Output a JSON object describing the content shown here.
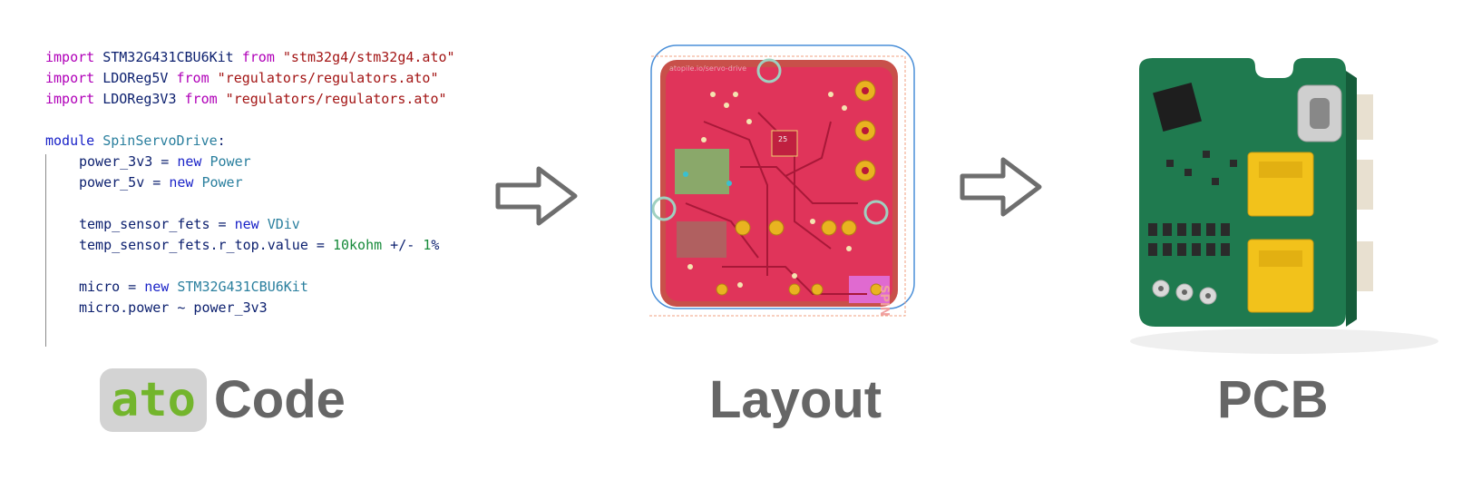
{
  "code": {
    "lines": [
      {
        "indent": false,
        "tokens": [
          {
            "t": "import",
            "c": "kw"
          },
          {
            "t": " STM32G431CBU6Kit ",
            "c": "id"
          },
          {
            "t": "from",
            "c": "kw"
          },
          {
            "t": " \"stm32g4/stm32g4.ato\"",
            "c": "str"
          }
        ]
      },
      {
        "indent": false,
        "tokens": [
          {
            "t": "import",
            "c": "kw"
          },
          {
            "t": " LDOReg5V ",
            "c": "id"
          },
          {
            "t": "from",
            "c": "kw"
          },
          {
            "t": " \"regulators/regulators.ato\"",
            "c": "str"
          }
        ]
      },
      {
        "indent": false,
        "tokens": [
          {
            "t": "import",
            "c": "kw"
          },
          {
            "t": " LDOReg3V3 ",
            "c": "id"
          },
          {
            "t": "from",
            "c": "kw"
          },
          {
            "t": " \"regulators/regulators.ato\"",
            "c": "str"
          }
        ]
      },
      {
        "indent": false,
        "tokens": []
      },
      {
        "indent": false,
        "tokens": [
          {
            "t": "module",
            "c": "kw2"
          },
          {
            "t": " ",
            "c": "id"
          },
          {
            "t": "SpinServoDrive",
            "c": "ty"
          },
          {
            "t": ":",
            "c": "id"
          }
        ]
      },
      {
        "indent": true,
        "tokens": [
          {
            "t": "power_3v3 = ",
            "c": "id"
          },
          {
            "t": "new",
            "c": "kw2"
          },
          {
            "t": " ",
            "c": "id"
          },
          {
            "t": "Power",
            "c": "ty"
          }
        ]
      },
      {
        "indent": true,
        "tokens": [
          {
            "t": "power_5v = ",
            "c": "id"
          },
          {
            "t": "new",
            "c": "kw2"
          },
          {
            "t": " ",
            "c": "id"
          },
          {
            "t": "Power",
            "c": "ty"
          }
        ]
      },
      {
        "indent": true,
        "tokens": []
      },
      {
        "indent": true,
        "tokens": [
          {
            "t": "temp_sensor_fets = ",
            "c": "id"
          },
          {
            "t": "new",
            "c": "kw2"
          },
          {
            "t": " ",
            "c": "id"
          },
          {
            "t": "VDiv",
            "c": "ty"
          }
        ]
      },
      {
        "indent": true,
        "tokens": [
          {
            "t": "temp_sensor_fets.r_top.value = ",
            "c": "id"
          },
          {
            "t": "10kohm",
            "c": "num"
          },
          {
            "t": " +/- ",
            "c": "id"
          },
          {
            "t": "1",
            "c": "num"
          },
          {
            "t": "%",
            "c": "id"
          }
        ]
      },
      {
        "indent": true,
        "tokens": []
      },
      {
        "indent": true,
        "tokens": [
          {
            "t": "micro = ",
            "c": "id"
          },
          {
            "t": "new",
            "c": "kw2"
          },
          {
            "t": " ",
            "c": "id"
          },
          {
            "t": "STM32G431CBU6Kit",
            "c": "ty"
          }
        ]
      },
      {
        "indent": true,
        "tokens": [
          {
            "t": "micro.power ~ power_3v3",
            "c": "id"
          }
        ]
      }
    ]
  },
  "labels": {
    "ato": "ato",
    "code": "Code",
    "layout": "Layout",
    "pcb": "PCB"
  },
  "layout_board_text": {
    "url": "atopile.io/servo-drive",
    "side": "SPIN",
    "ref": "25"
  },
  "colors": {
    "ato_green": "#73b52c",
    "label_gray": "#666666",
    "arrow_gray": "#6e6e6e",
    "copper_red": "#e0345a",
    "board_green": "#1f7a4f",
    "connector_yellow": "#f2c21b"
  }
}
